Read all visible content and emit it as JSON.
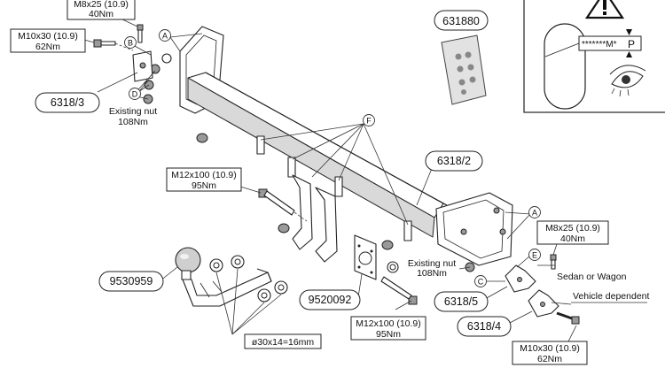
{
  "labels": {
    "bolt_top_spec": "M8x25 (10.9)",
    "bolt_top_torque": "40Nm",
    "bolt_left_spec": "M10x30 (10.9)",
    "bolt_left_torque": "62Nm",
    "bracket_left": "6318/3",
    "nut_left_line1": "Existing nut",
    "nut_left_line2": "108Nm",
    "kit_number": "631880",
    "bolt_mid_spec": "M12x100 (10.9)",
    "bolt_mid_torque": "95Nm",
    "bracket_right": "6318/2",
    "nut_right_line1": "Existing nut",
    "nut_right_line2": "108Nm",
    "bolt_right_spec": "M8x25 (10.9)",
    "bolt_right_torque": "40Nm",
    "sedan_wagon": "Sedan or Wagon",
    "vehicle_dependent": "Vehicle dependent",
    "bracket_5": "6318/5",
    "bracket_4": "6318/4",
    "bolt_br_spec": "M10x30 (10.9)",
    "bolt_br_torque": "62Nm",
    "ball_part": "9530959",
    "socket_part": "9520092",
    "bolt_low_spec": "M12x100 (10.9)",
    "bolt_low_torque": "95Nm",
    "spacer_dim": "ø30x14=16mm",
    "plate_text": "*******M*",
    "plate_p": "P",
    "letter_a": "A",
    "letter_b": "B",
    "letter_c": "C",
    "letter_d": "D",
    "letter_e": "E",
    "letter_f": "F"
  },
  "icons": [
    "warning-triangle-icon",
    "eye-icon",
    "type-plate-icon"
  ]
}
